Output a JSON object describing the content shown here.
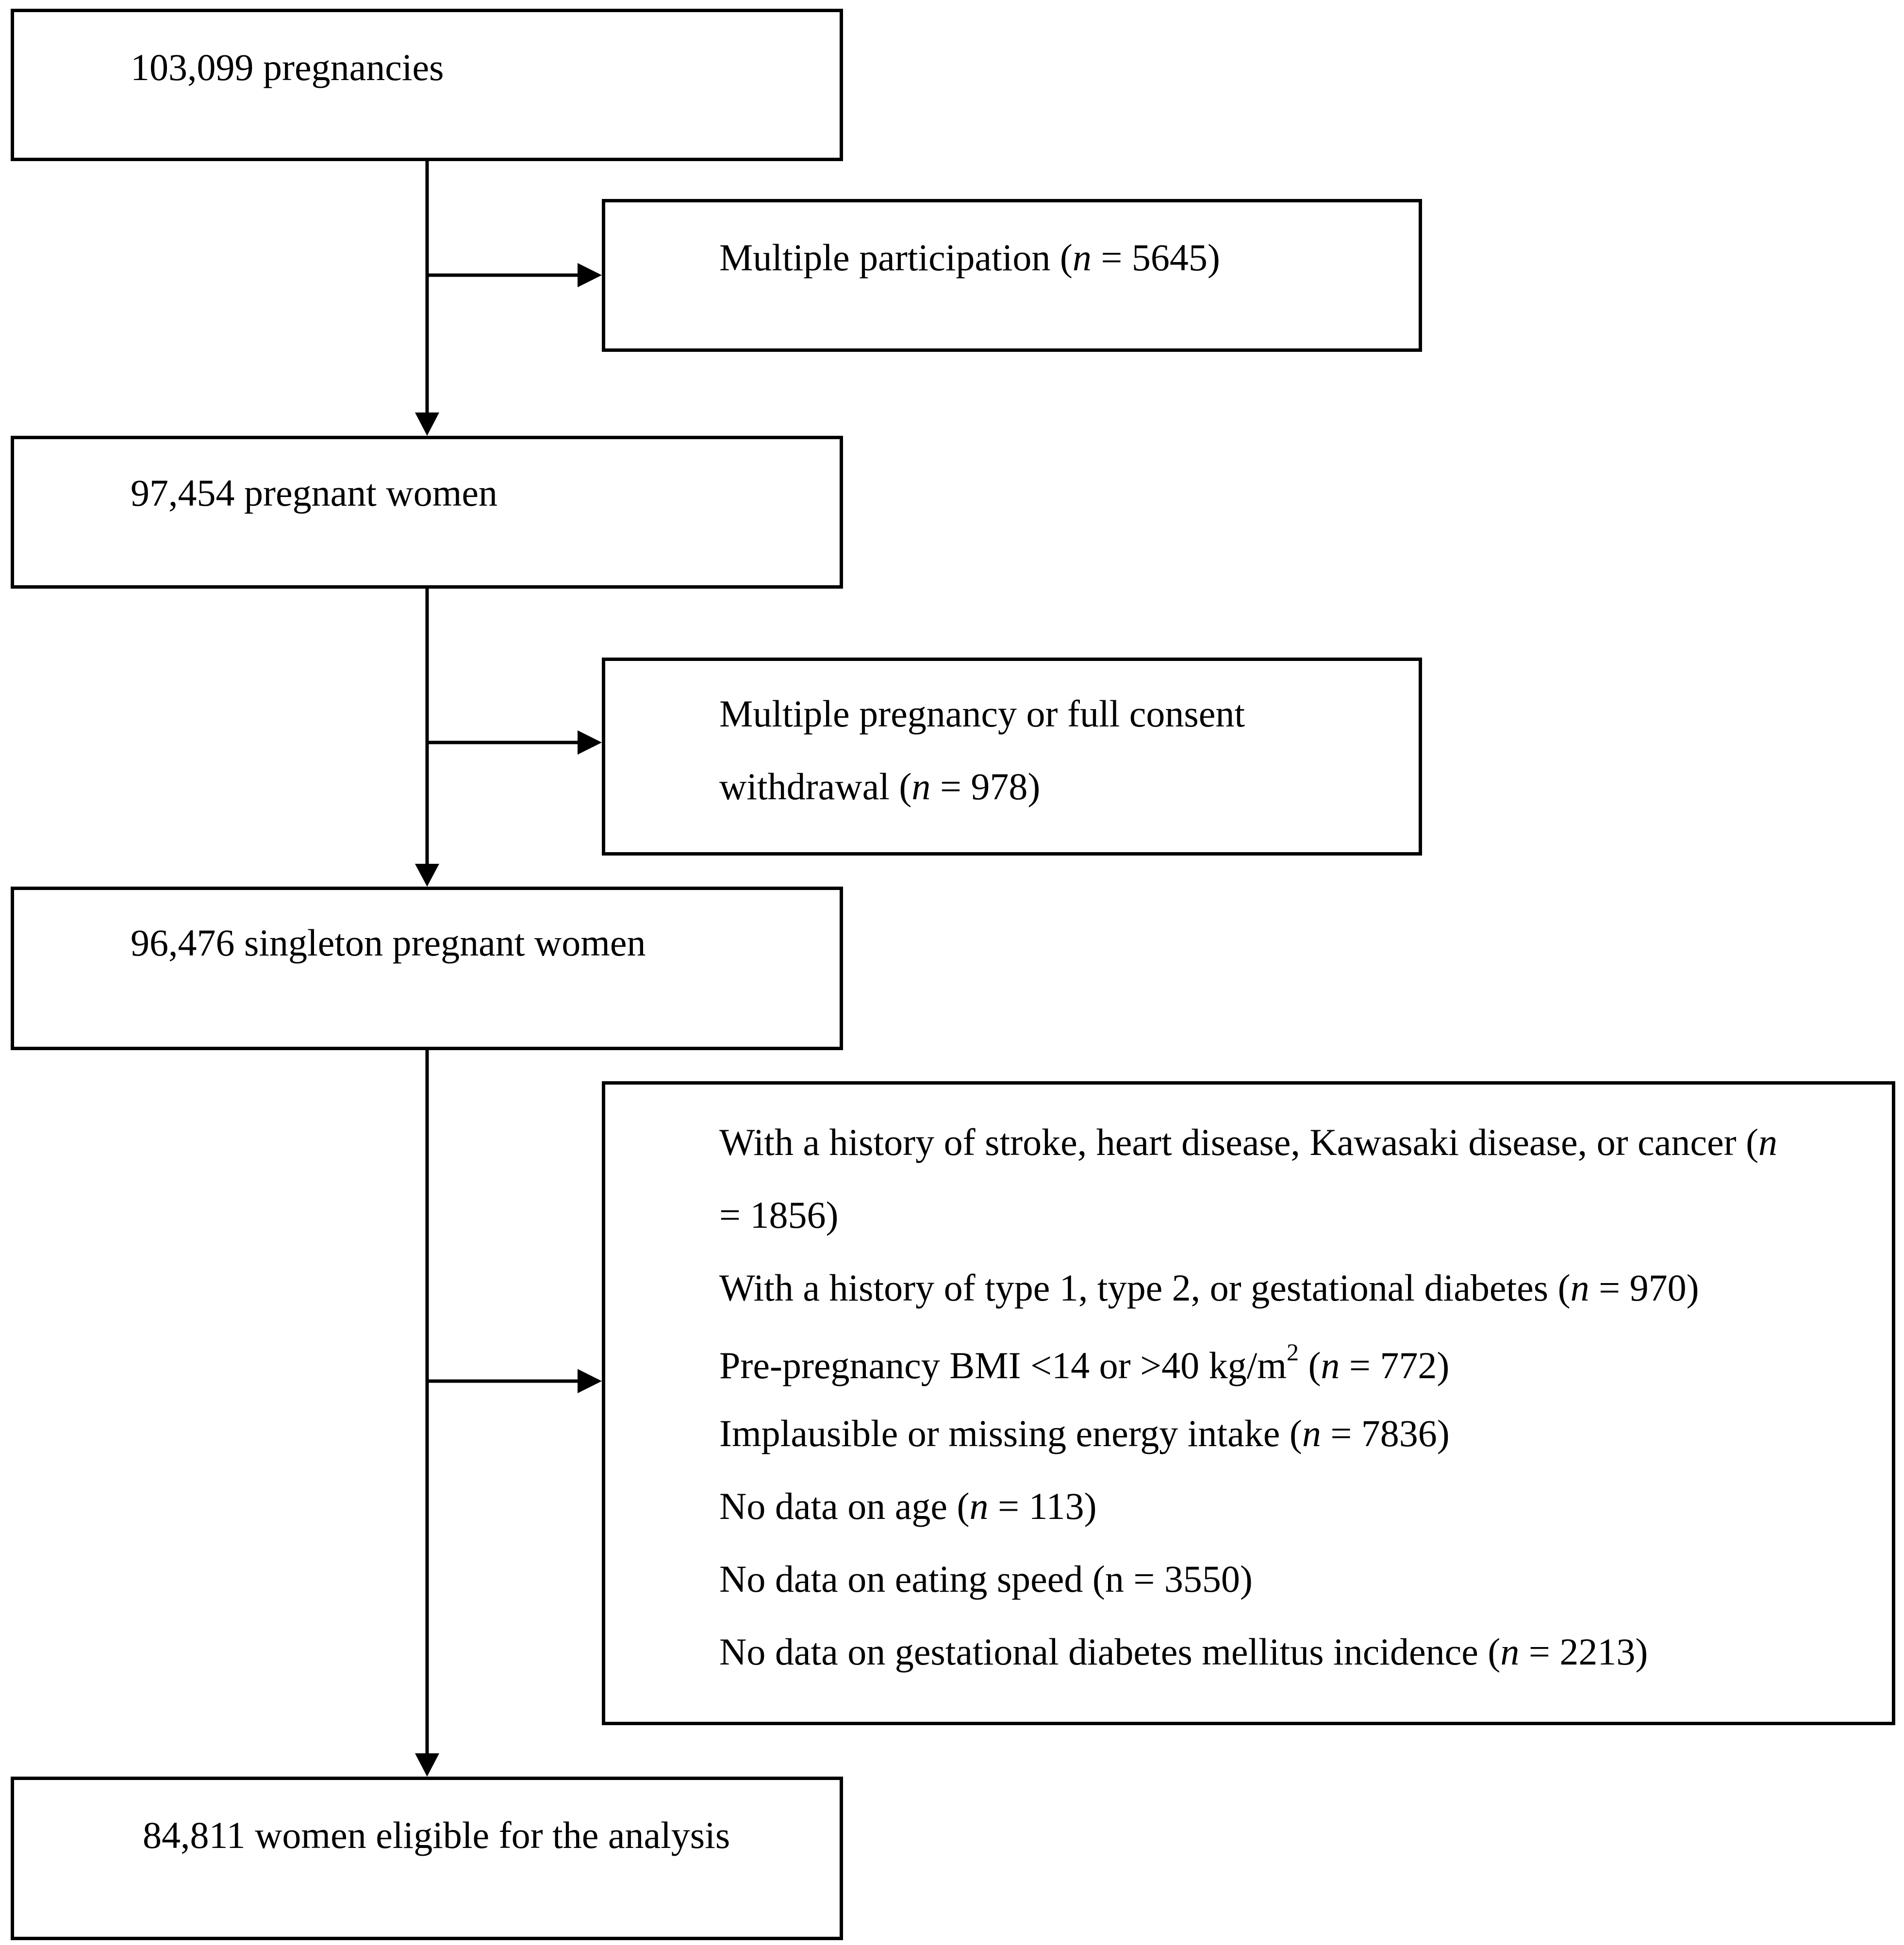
{
  "boxes": {
    "total": "103,099 pregnancies",
    "women": "97,454 pregnant women",
    "singleton": "96,476 singleton pregnant women",
    "final": "84,811 women eligible for the analysis"
  },
  "exclusions": {
    "multiple_participation": {
      "label": "Multiple participation (",
      "n_label": "n",
      "value": " = 5645)"
    },
    "multiple_pregnancy": {
      "line1": "Multiple pregnancy or full consent",
      "line2_label": "withdrawal (",
      "n_label": "n",
      "line2_value": " = 978)"
    },
    "criteria": [
      {
        "pre": "With a history of stroke, heart disease, Kawasaki disease, or cancer (",
        "n_label": "n",
        "cont": "= 1856)"
      },
      {
        "pre": "With a history of type 1, type 2, or gestational diabetes (",
        "n_label": "n",
        "post": " = 970)"
      },
      {
        "pre": "Pre-pregnancy BMI <14 or >40 kg/m",
        "sup": "2",
        "mid": " (",
        "n_label": "n",
        "post": " = 772)"
      },
      {
        "pre": "Implausible or missing energy intake (",
        "n_label": "n",
        "post": " = 7836)"
      },
      {
        "pre": "No data on age (",
        "n_label": "n",
        "post": " = 113)"
      },
      {
        "pre": "No data on eating speed (n = 3550)"
      },
      {
        "pre": "No data on gestational diabetes mellitus incidence (",
        "n_label": "n",
        "post": " = 2213)"
      }
    ]
  }
}
